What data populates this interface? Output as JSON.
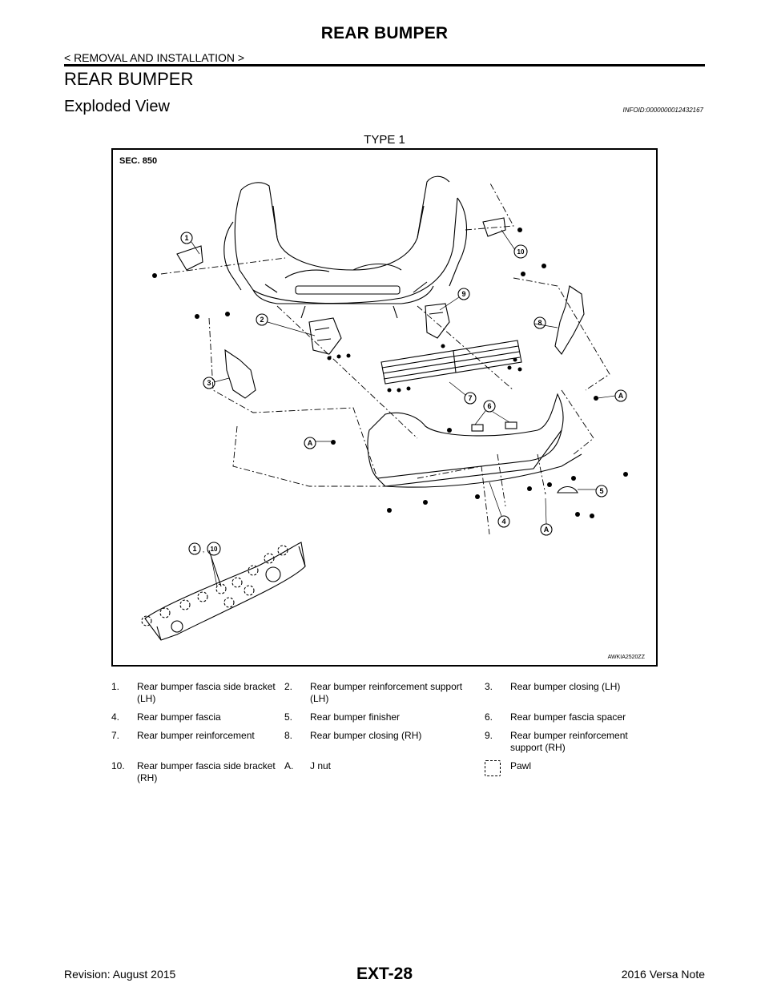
{
  "header": {
    "title": "REAR BUMPER",
    "breadcrumb": "< REMOVAL AND INSTALLATION >"
  },
  "section": {
    "title": "REAR BUMPER",
    "subtitle": "Exploded View",
    "info_id": "INFOID:0000000012432167",
    "type_label": "TYPE 1"
  },
  "figure": {
    "sec_label": "SEC. 850",
    "code": "AWKIA2520ZZ",
    "callouts": [
      "1",
      "2",
      "3",
      "4",
      "5",
      "6",
      "7",
      "8",
      "9",
      "10",
      "A",
      "A",
      "A",
      "1",
      "10"
    ]
  },
  "legend": {
    "rows": [
      [
        {
          "num": "1.",
          "text": "Rear bumper fascia side bracket (LH)"
        },
        {
          "num": "2.",
          "text": "Rear bumper reinforcement support (LH)"
        },
        {
          "num": "3.",
          "text": "Rear bumper closing (LH)"
        }
      ],
      [
        {
          "num": "4.",
          "text": "Rear bumper fascia"
        },
        {
          "num": "5.",
          "text": "Rear bumper finisher"
        },
        {
          "num": "6.",
          "text": "Rear bumper fascia spacer"
        }
      ],
      [
        {
          "num": "7.",
          "text": "Rear bumper reinforcement"
        },
        {
          "num": "8.",
          "text": "Rear bumper closing (RH)"
        },
        {
          "num": "9.",
          "text": "Rear bumper reinforcement support (RH)"
        }
      ],
      [
        {
          "num": "10.",
          "text": "Rear bumper fascia side bracket (RH)"
        },
        {
          "num": "A.",
          "text": "J nut"
        },
        {
          "num": "",
          "text": "Pawl"
        }
      ]
    ]
  },
  "footer": {
    "revision": "Revision: August 2015",
    "page": "EXT-28",
    "model": "2016 Versa Note"
  }
}
